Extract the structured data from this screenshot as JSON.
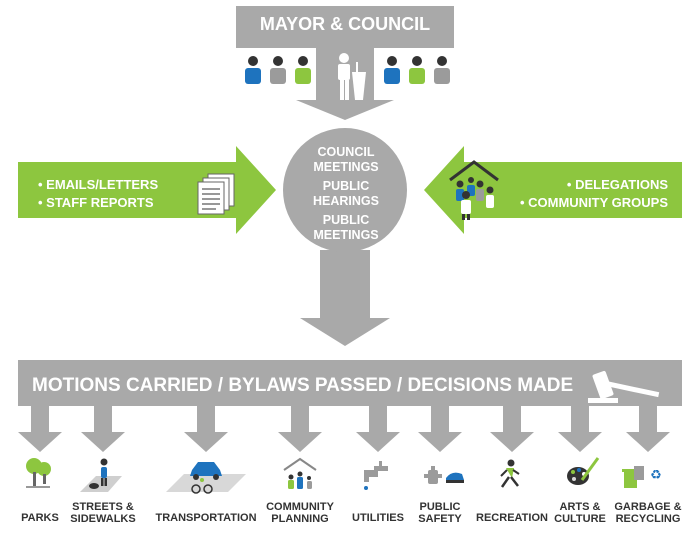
{
  "header": {
    "title": "MAYOR & COUNCIL"
  },
  "center": {
    "lines": [
      "COUNCIL",
      "MEETINGS",
      "PUBLIC",
      "HEARINGS",
      "PUBLIC",
      "MEETINGS"
    ]
  },
  "left_arrow": {
    "items": [
      "• EMAILS/LETTERS",
      "• STAFF REPORTS"
    ]
  },
  "right_arrow": {
    "items": [
      "• DELEGATIONS",
      "• COMMUNITY GROUPS"
    ]
  },
  "bottom_bar": {
    "title": "MOTIONS CARRIED / BYLAWS PASSED / DECISIONS MADE"
  },
  "services": [
    {
      "lines": [
        "PARKS"
      ],
      "icon": "tree-icon"
    },
    {
      "lines": [
        "STREETS &",
        "SIDEWALKS"
      ],
      "icon": "pedestrian-icon"
    },
    {
      "lines": [
        "TRANSPORTATION"
      ],
      "icon": "car-bike-icon"
    },
    {
      "lines": [
        "COMMUNITY",
        "PLANNING"
      ],
      "icon": "family-house-icon"
    },
    {
      "lines": [
        "UTILITIES"
      ],
      "icon": "faucet-icon"
    },
    {
      "lines": [
        "PUBLIC",
        "SAFETY"
      ],
      "icon": "hydrant-hat-icon"
    },
    {
      "lines": [
        "RECREATION"
      ],
      "icon": "runner-icon"
    },
    {
      "lines": [
        "ARTS &",
        "CULTURE"
      ],
      "icon": "palette-icon"
    },
    {
      "lines": [
        "GARBAGE &",
        "RECYCLING"
      ],
      "icon": "bins-icon"
    }
  ],
  "colors": {
    "gray": "#a9a9a9",
    "green": "#8dc63f",
    "blue": "#1e73be",
    "text": "#333333"
  }
}
